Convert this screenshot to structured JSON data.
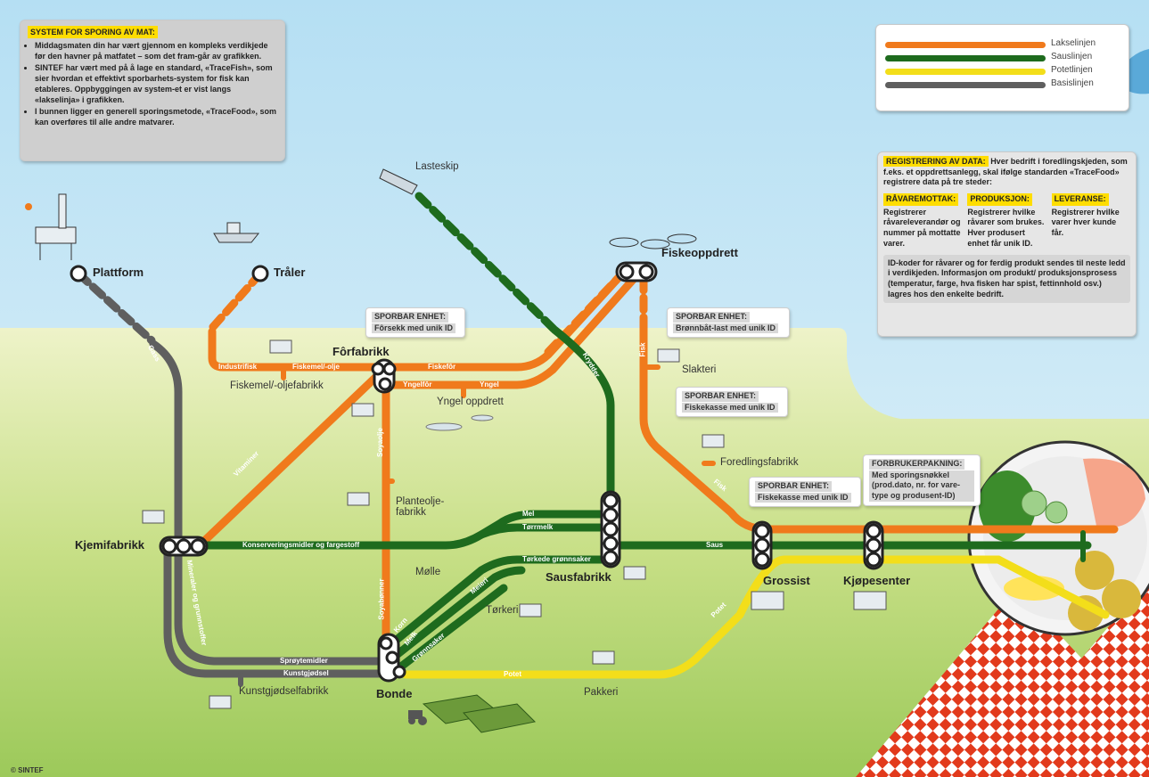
{
  "infobox": {
    "title": "SYSTEM FOR SPORING AV MAT:",
    "bullets": [
      "Middagsmaten din har vært gjennom en kompleks verdikjede før den havner på matfatet – som det fram-går av grafikken.",
      "SINTEF har vært med på å lage en standard, «TraceFish», som sier hvordan et effektivt sporbarhets-system for fisk kan etableres. Oppbyggingen av system-et er vist langs «lakselinja» i grafikken.",
      "I bunnen ligger en generell sporingsmetode, «TraceFood», som kan overføres til alle andre matvarer."
    ]
  },
  "legend": {
    "items": [
      {
        "label": "Lakselinjen",
        "color": "#f07a1c"
      },
      {
        "label": "Sauslinjen",
        "color": "#1e6b1e"
      },
      {
        "label": "Potetlinjen",
        "color": "#f3de1a"
      },
      {
        "label": "Basislinjen",
        "color": "#5f5f5f"
      }
    ]
  },
  "registration": {
    "title": "REGISTRERING AV DATA:",
    "intro": "Hver bedrift i foredlingskjeden, som f.eks. et oppdrettsanlegg, skal ifølge standarden «TraceFood» registrere data på tre steder:",
    "columns": [
      {
        "head": "RÅVAREMOTTAK:",
        "text": "Registrerer råvareleverandør og nummer på mottatte varer."
      },
      {
        "head": "PRODUKSJON:",
        "text": "Registrerer hvilke råvarer som brukes. Hver produsert enhet får unik ID."
      },
      {
        "head": "LEVERANSE:",
        "text": "Registrerer hvilke varer hver kunde får."
      }
    ],
    "footer": "ID-koder for råvarer og for ferdig produkt sendes til neste ledd i verdikjeden. Informasjon om produkt/ produksjonsprosess (temperatur, farge, hva fisken har spist, fettinnhold osv.) lagres hos den enkelte bedrift."
  },
  "callouts": {
    "forfabrikk": {
      "title": "SPORBAR ENHET:",
      "body": "Fôrsekk med unik ID"
    },
    "bronnbat": {
      "title": "SPORBAR ENHET:",
      "body": "Brønnbåt-last med unik ID"
    },
    "fiskekasse1": {
      "title": "SPORBAR ENHET:",
      "body": "Fiskekasse med unik ID"
    },
    "fiskekasse2": {
      "title": "SPORBAR ENHET:",
      "body": "Fiskekasse med unik ID"
    },
    "forbruker": {
      "title": "FORBRUKERPAKNING:",
      "body": "Med sporingsnøkkel (prod.dato, nr. for vare-type og produsent-ID)"
    }
  },
  "stations": {
    "plattform": "Plattform",
    "traler": "Tråler",
    "fiskeoppdrett": "Fiskeoppdrett",
    "forfabrikk": "Fôrfabrikk",
    "kjemifabrikk": "Kjemifabrikk",
    "sausfabrikk": "Sausfabrikk",
    "grossist": "Grossist",
    "kjopesenter": "Kjøpesenter",
    "bonde": "Bonde"
  },
  "places": {
    "lasteskip": "Lasteskip",
    "fiskemel": "Fiskemel/-oljefabrikk",
    "yngel": "Yngel oppdrett",
    "slakteri": "Slakteri",
    "foredling": "Foredlingsfabrikk",
    "planteolje": "Planteolje-\nfabrikk",
    "molle": "Mølle",
    "torkeri": "Tørkeri",
    "pakkeri": "Pakkeri",
    "kunstgjodsel": "Kunstgjødselfabrikk"
  },
  "line_labels": {
    "gass": "Gass",
    "industrifisk": "Industrifisk",
    "fiskemel_olje": "Fiskemel/-olje",
    "fiskefor": "Fiskefôr",
    "yngelfor": "Yngelfôr",
    "yngel": "Yngel",
    "krydder": "Krydder",
    "fisk1": "Fisk",
    "fisk2": "Fisk",
    "vitaminer": "Vitaminer",
    "soyaolje": "Soyaolje",
    "soyabonner": "Soyabønner",
    "konservering": "Konserveringsmidler og fargestoff",
    "mel": "Mel",
    "torrmelk": "Tørrmelk",
    "torkede": "Tørkede grønnsaker",
    "saus": "Saus",
    "mineraler": "Mineraler og grunnstoffer",
    "korn": "Korn",
    "melk": "Melk",
    "grønnsaker": "Grønnsaker",
    "meieri": "Meieri",
    "potet1": "Potet",
    "potet2": "Potet",
    "sproytemidler": "Sprøytemidler",
    "kunstgjodsel": "Kunstgjødsel"
  },
  "copyright": "© SINTEF",
  "colors": {
    "laks": "#f07a1c",
    "saus": "#1e6b1e",
    "potet": "#f3de1a",
    "basis": "#5f5f5f",
    "sky": "#cfe9f6",
    "grass": "#c6dd8a"
  }
}
